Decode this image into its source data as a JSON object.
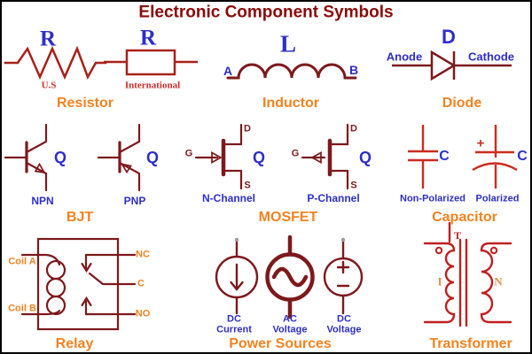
{
  "title": "Electronic Component Symbols",
  "colors": {
    "title-red": "#8B0A0A",
    "symbol-maroon": "#7D191C",
    "resistor-red": "#A8211A",
    "capacitor-red": "#CB2B20",
    "transformer-red": "#C01F1F",
    "label-blue": "#2E2EC8",
    "heading-orange": "#F5821F",
    "label-crimson": "#CC2A2A",
    "transformer-label-orange": "#E09050",
    "terminal-gray": "#9A9A9A"
  },
  "resistor": {
    "heading": "Resistor",
    "ref": "R",
    "us_label": "U.S",
    "intl_label": "International"
  },
  "inductor": {
    "heading": "Inductor",
    "ref": "L",
    "terminal_a": "A",
    "terminal_b": "B"
  },
  "diode": {
    "heading": "Diode",
    "ref": "D",
    "anode": "Anode",
    "cathode": "Cathode"
  },
  "bjt": {
    "heading": "BJT",
    "ref": "Q",
    "npn": "NPN",
    "pnp": "PNP"
  },
  "mosfet": {
    "heading": "MOSFET",
    "ref": "Q",
    "gate": "G",
    "drain": "D",
    "source": "S",
    "n_channel": "N-Channel",
    "p_channel": "P-Channel"
  },
  "capacitor": {
    "heading": "Capacitor",
    "ref": "C",
    "plus": "+",
    "non_polarized": "Non-Polarized",
    "polarized": "Polarized"
  },
  "relay": {
    "heading": "Relay",
    "coil_a": "Coil A",
    "coil_b": "Coil B",
    "nc": "NC",
    "c": "C",
    "no": "NO"
  },
  "power_sources": {
    "heading": "Power Sources",
    "dc_current_line1": "DC",
    "dc_current_line2": "Current",
    "ac_voltage_line1": "AC",
    "ac_voltage_line2": "Voltage",
    "dc_voltage_line1": "DC",
    "dc_voltage_line2": "Voltage"
  },
  "transformer": {
    "heading": "Transformer",
    "top_label": "T",
    "primary_label": "I",
    "secondary_label": "N"
  }
}
